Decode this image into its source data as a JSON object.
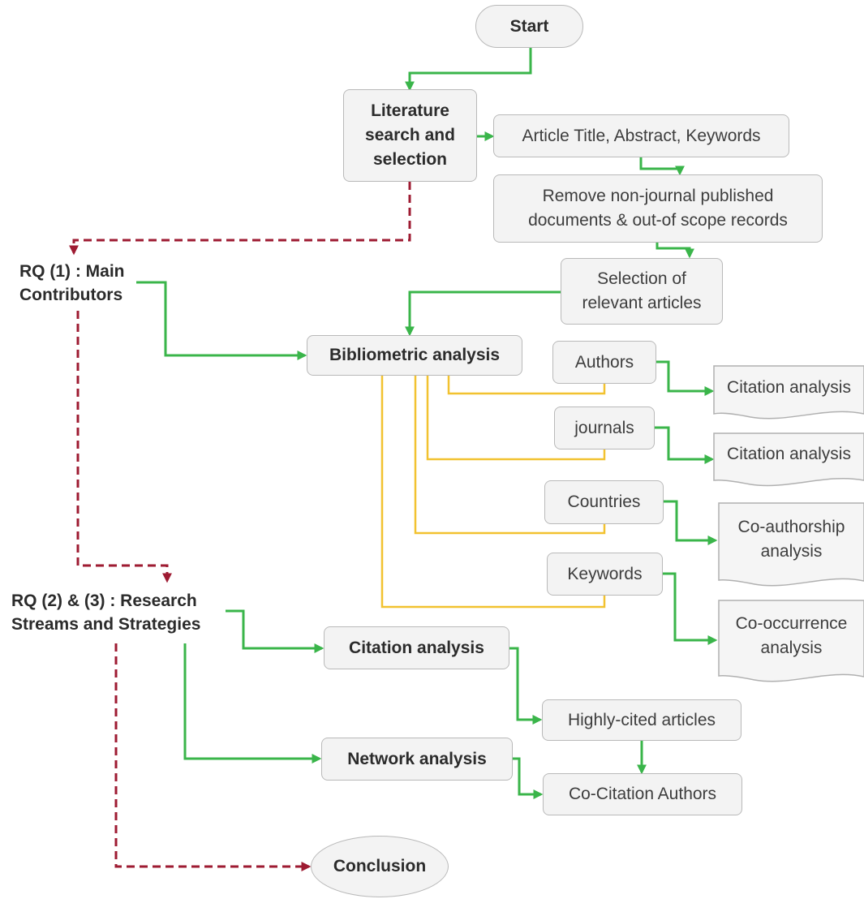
{
  "start": "Start",
  "lit_search": "Literature\nsearch and\nselection",
  "article_title": "Article Title, Abstract, Keywords",
  "remove_docs": "Remove non-journal published\ndocuments & out-of scope records",
  "selection": "Selection of\nrelevant articles",
  "rq1": "RQ (1) : Main\nContributors",
  "biblio": "Bibliometric analysis",
  "authors": "Authors",
  "journals": "journals",
  "countries": "Countries",
  "keywords": "Keywords",
  "doc_authors": "Citation analysis",
  "doc_journals": "Citation analysis",
  "doc_countries": "Co-authorship\nanalysis",
  "doc_keywords": "Co-occurrence\nanalysis",
  "rq23": "RQ (2) & (3) : Research\nStreams and Strategies",
  "citation": "Citation analysis",
  "network": "Network analysis",
  "highly_cited": "Highly-cited articles",
  "cocitation": "Co-Citation Authors",
  "conclusion": "Conclusion",
  "colors": {
    "green_arrow": "#3ab54a",
    "red_dashed": "#9e1b32",
    "yellow_line": "#f2c230",
    "box_fill": "#f3f3f3",
    "box_border": "#b9b9b9"
  }
}
